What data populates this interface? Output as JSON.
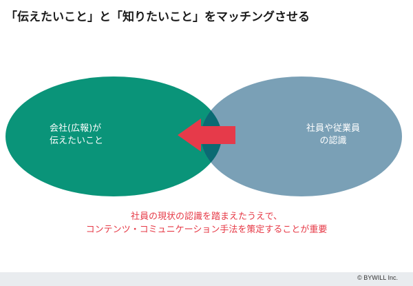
{
  "title": "「伝えたいこと」と「知りたいこと」をマッチングさせる",
  "left_circle": {
    "line1": "会社(広報)が",
    "line2": "伝えたいこと",
    "color": "#0a9479"
  },
  "right_circle": {
    "line1": "社員や従業員",
    "line2": "の認識",
    "color": "#6f98b0"
  },
  "overlap_color": "#0b6a73",
  "arrow_color": "#e63a4a",
  "caption": {
    "line1": "社員の現状の認識を踏まえたうえで、",
    "line2": "コンテンツ・コミュニケーション手法を策定することが重要"
  },
  "footer": {
    "copyright": "© BYWILL Inc."
  }
}
